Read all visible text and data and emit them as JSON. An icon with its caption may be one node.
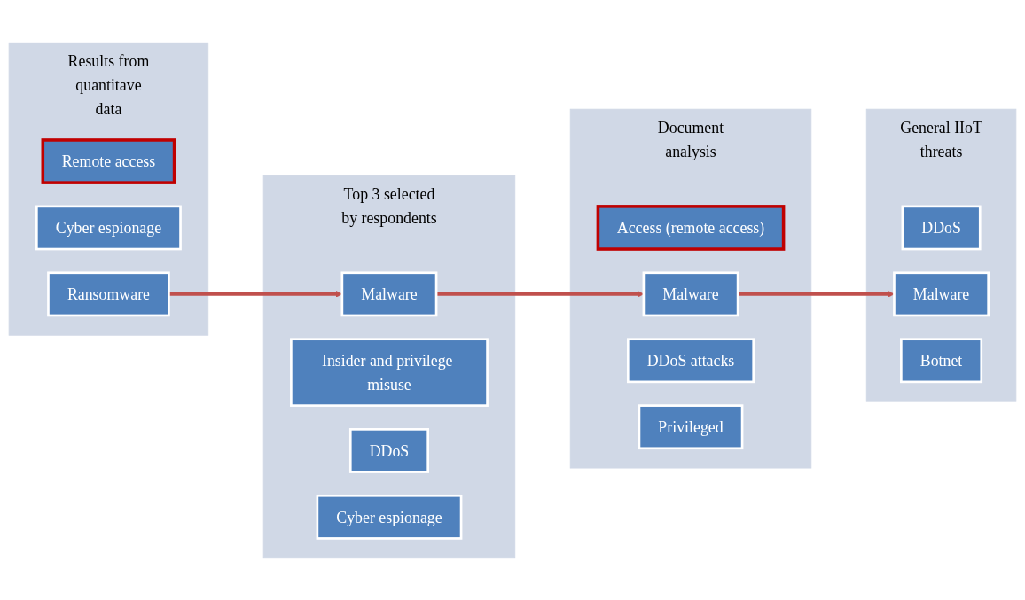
{
  "diagram": {
    "nodes": [
      {
        "text": [
          "Results from quantitave data"
        ]
      },
      {
        "text": [
          "Remote access"
        ],
        "in": 0
      },
      {
        "text": [
          "Cyber espionage"
        ],
        "in": 0
      },
      {
        "text": [
          "Ransomware"
        ],
        "in": 0
      },
      {
        "text": [
          "Top 3 selected by respondents"
        ]
      },
      {
        "text": [
          "Malware"
        ],
        "in": 4
      },
      {
        "text": [
          "Insider and privilege misuse"
        ],
        "in": 4
      },
      {
        "text": [
          "DDoS"
        ],
        "in": 4
      },
      {
        "text": [
          "Cyber espionage"
        ],
        "in": 4
      },
      {
        "text": [
          "Document analysis"
        ]
      },
      {
        "text": [
          "Access (remote access)"
        ],
        "in": 9
      },
      {
        "text": [
          "Malware"
        ],
        "in": 9
      },
      {
        "text": [
          "DDoS attacks"
        ],
        "in": 9
      },
      {
        "text": [
          "Privileged"
        ],
        "in": 9
      },
      {
        "text": [
          "General IIoT threats"
        ]
      },
      {
        "text": [
          "DDoS"
        ],
        "in": 14
      },
      {
        "text": [
          "Malware"
        ],
        "in": 14
      },
      {
        "text": [
          "Botnet"
        ],
        "in": 14
      }
    ],
    "edges": [
      {
        "from": 3,
        "to": 5,
        "arrow": "to"
      },
      {
        "from": 5,
        "to": 11,
        "arrow": "to"
      },
      {
        "from": 11,
        "to": 16,
        "arrow": "to"
      }
    ]
  }
}
